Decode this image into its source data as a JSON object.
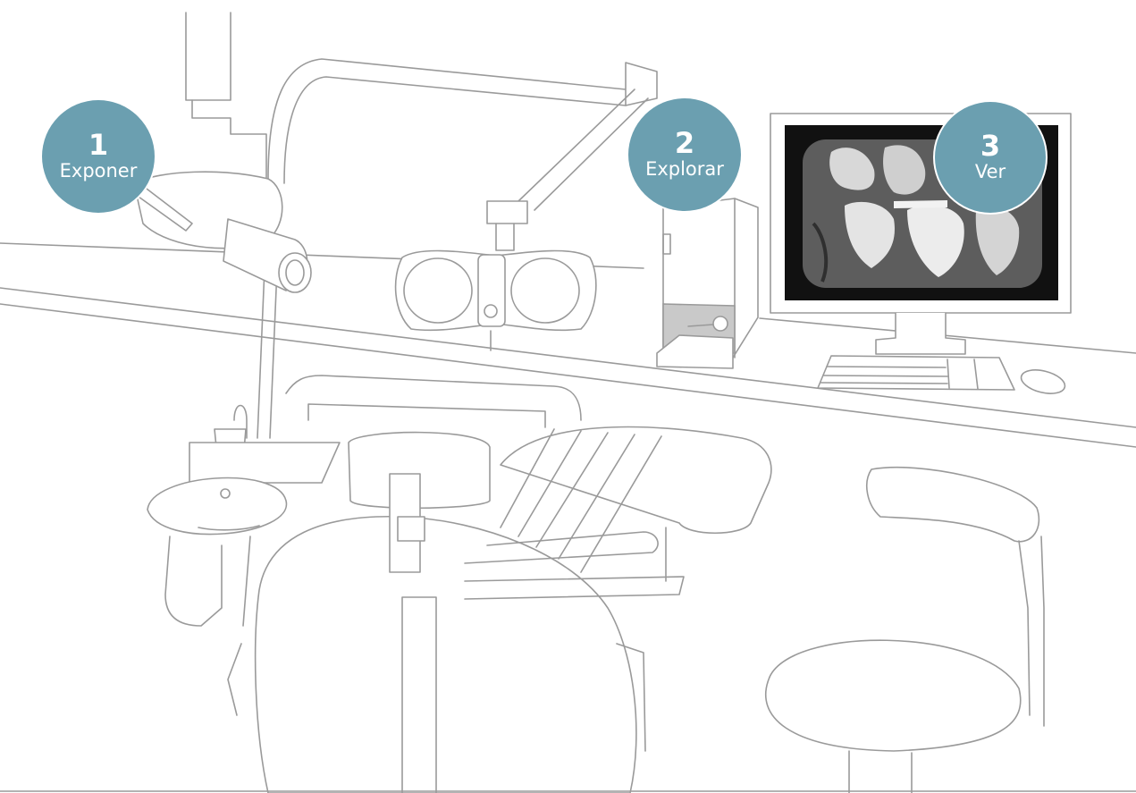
{
  "accent_color": "#6b9fb0",
  "steps": [
    {
      "number": "1",
      "label": "Exponer",
      "icon": "xray-tube-icon"
    },
    {
      "number": "2",
      "label": "Explorar",
      "icon": "plate-scanner-icon"
    },
    {
      "number": "3",
      "label": "Ver",
      "icon": "monitor-icon"
    }
  ]
}
